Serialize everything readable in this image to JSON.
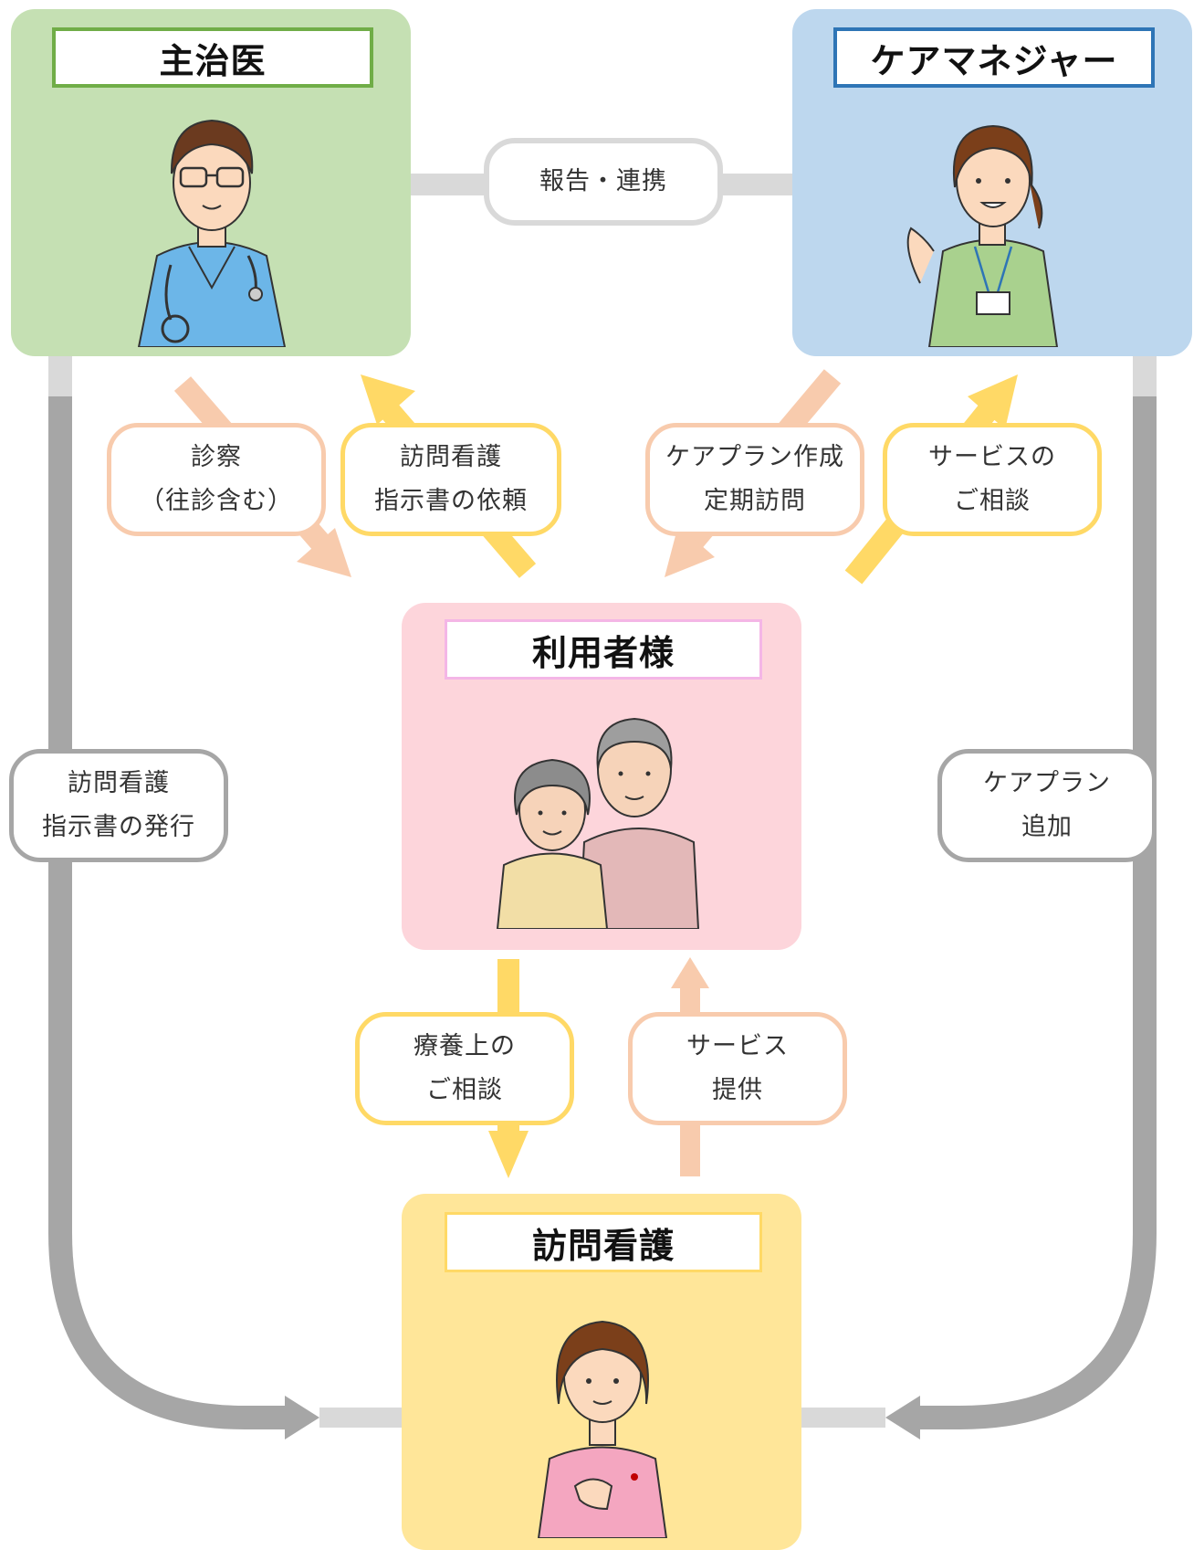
{
  "nodes": {
    "doctor": {
      "title": "主治医",
      "bg_color": "#c5e0b3",
      "title_border": "#70ad47",
      "figure": "doctor-illustration"
    },
    "care_manager": {
      "title": "ケアマネジャー",
      "bg_color": "#bdd7ee",
      "title_border": "#2e75b6",
      "figure": "care-manager-illustration"
    },
    "user": {
      "title": "利用者様",
      "bg_color": "#fdd5db",
      "title_border": "#f4b6e6",
      "figure": "elderly-couple-illustration"
    },
    "nursing": {
      "title": "訪問看護",
      "bg_color": "#ffe699",
      "title_border": "#ffd966",
      "figure": "nurse-illustration"
    }
  },
  "edges": {
    "report": {
      "line1": "報告・連携",
      "line2": ""
    },
    "exam": {
      "line1": "診察",
      "line2": "（往診含む）"
    },
    "instruction_request": {
      "line1": "訪問看護",
      "line2": "指示書の依頼"
    },
    "careplan_creation": {
      "line1": "ケアプラン作成",
      "line2": "定期訪問"
    },
    "service_consult": {
      "line1": "サービスの",
      "line2": "ご相談"
    },
    "instruction_issue": {
      "line1": "訪問看護",
      "line2": "指示書の発行"
    },
    "careplan_add": {
      "line1": "ケアプラン",
      "line2": "追加"
    },
    "care_consult": {
      "line1": "療養上の",
      "line2": "ご相談"
    },
    "service_provision": {
      "line1": "サービス",
      "line2": "提供"
    }
  },
  "colors": {
    "salmon_arrow": "#f8cbad",
    "yellow_arrow": "#ffd966",
    "gray_line": "#a6a6a6",
    "light_gray_line": "#d9d9d9"
  }
}
